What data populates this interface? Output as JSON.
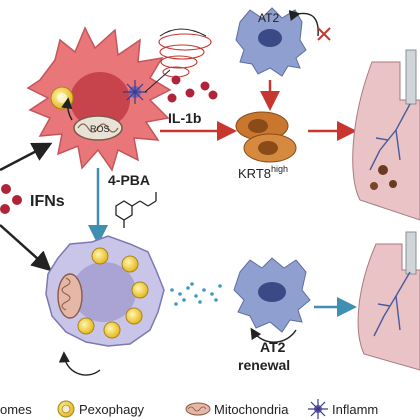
{
  "labels": {
    "ifns": "IFNs",
    "il1b": "IL-1b",
    "pba": "4-PBA",
    "at2_top": "AT2",
    "krt8": "KRT8",
    "krt8_sup": "high",
    "ros": "ROS",
    "at2_bottom": "AT2",
    "renewal": "renewal"
  },
  "legend": [
    {
      "icon": "lysosome",
      "label": "omes"
    },
    {
      "icon": "pexophagy",
      "label": "Pexophagy"
    },
    {
      "icon": "mitochondria",
      "label": "Mitochondria"
    },
    {
      "icon": "inflammation",
      "label": "Inflamm"
    }
  ],
  "colors": {
    "macrophage_red": "#e9777a",
    "macrophage_blue": "#a9a4d4",
    "at2_blue": "#8f9fcf",
    "krt8_orange": "#c9762e",
    "arrow_red": "#c7362f",
    "arrow_teal": "#3f8fb3",
    "lung_pink": "#eac3c7"
  }
}
